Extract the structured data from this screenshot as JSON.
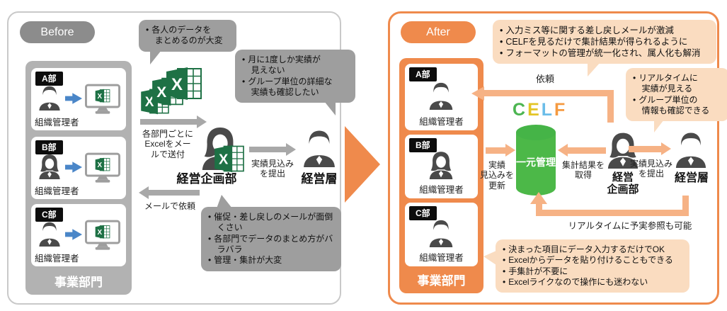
{
  "colors": {
    "accent-orange": "#ef8a4c",
    "arrow-orange": "#f6b285",
    "bubble-orange": "#fadcc0",
    "panel-gray": "#c9c9c9",
    "pill-gray": "#8c8c8c",
    "box-gray": "#b2b2b2",
    "bubble-gray": "#9e9e9e",
    "arrow-gray": "#a8a8a8",
    "arrow-blue": "#4a86c8",
    "excel-green": "#1e7145",
    "db-green": "#4cb848",
    "person-gray": "#4a4a4a",
    "tag-black": "#0d0d0d"
  },
  "before": {
    "title": "Before",
    "departments": [
      {
        "name": "A部",
        "role": "組織管理者"
      },
      {
        "name": "B部",
        "role": "組織管理者"
      },
      {
        "name": "C部",
        "role": "組織管理者"
      }
    ],
    "division": "事業部門",
    "bubble_collect": [
      "各人のデータを\nまとめるのが大変"
    ],
    "bubble_management": [
      "月に1度しか実績が\n見えない",
      "グループ単位の詳細な\n実績も確認したい"
    ],
    "bubble_planning": [
      "催促・差し戻しのメールが面倒くさい",
      "各部門でデータのまとめ方がバラバラ",
      "管理・集計が大変"
    ],
    "send_excel_label": "各部門ごとに\nExcelをメー\nルで送付",
    "planning_dept": "経営企画部",
    "submit_label": "実績見込み\nを提出",
    "management": "経営層",
    "request_label": "メールで依頼"
  },
  "after": {
    "title": "After",
    "departments": [
      {
        "name": "A部",
        "role": "組織管理者"
      },
      {
        "name": "B部",
        "role": "組織管理者"
      },
      {
        "name": "C部",
        "role": "組織管理者"
      }
    ],
    "division": "事業部門",
    "bubble_top": [
      "入力ミス等に関する差し戻しメールが激減",
      "CELFを見るだけで集計結果が得られるように",
      "フォーマットの管理が統一化され、属人化も解消"
    ],
    "bubble_management": [
      "リアルタイムに\n実績が見える",
      "グループ単位の\n情報も確認できる"
    ],
    "bubble_entry": [
      "決まった項目にデータ入力するだけでOK",
      "Excelからデータを貼り付けることもできる",
      "手集計が不要に",
      "Excelライクなので操作にも迷わない"
    ],
    "request_label": "依頼",
    "celf_logo": [
      {
        "char": "C",
        "color": "#4cb551"
      },
      {
        "char": "E",
        "color": "#e3c526"
      },
      {
        "char": "L",
        "color": "#6bbde9"
      },
      {
        "char": "F",
        "color": "#f59a41"
      }
    ],
    "db_label": "一元管理",
    "update_label": "実績\n見込みを\n更新",
    "fetch_label": "集計結果を\n取得",
    "planning_dept": "経営\n企画部",
    "submit_label": "実績見込み\nを提出",
    "management": "経営層",
    "realtime_label": "リアルタイムに予実参照も可能"
  }
}
